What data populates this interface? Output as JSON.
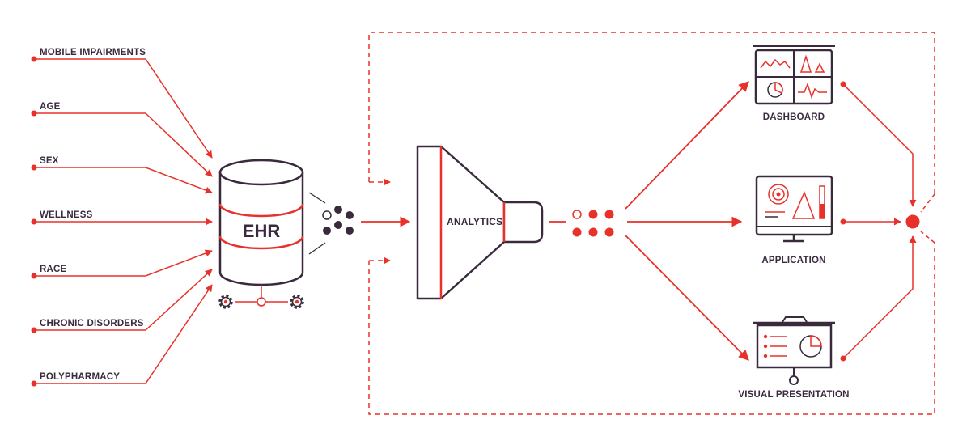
{
  "inputs": [
    "MOBILE IMPAIRMENTS",
    "AGE",
    "SEX",
    "WELLNESS",
    "RACE",
    "CHRONIC DISORDERS",
    "POLYPHARMACY"
  ],
  "database": {
    "label": "EHR"
  },
  "analytics": {
    "label": "ANALYTICS"
  },
  "outputs": {
    "dashboard": "DASHBOARD",
    "application": "APPLICATION",
    "presentation": "VISUAL PRESENTATION"
  },
  "colors": {
    "accent": "#e8312a",
    "ink": "#3a2a3e"
  }
}
